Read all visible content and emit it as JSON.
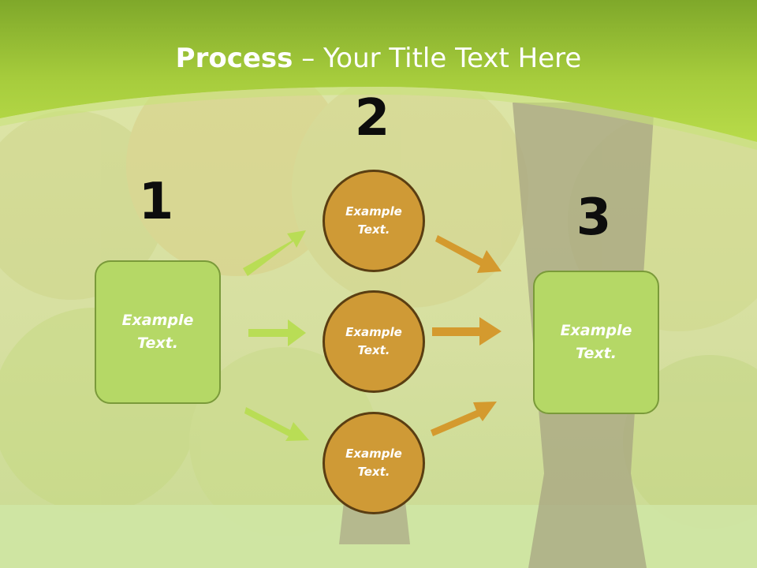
{
  "title": {
    "bold": "Process",
    "dash": " – ",
    "rest": "Your Title Text Here"
  },
  "numbers": {
    "left": "1",
    "middle": "2",
    "right": "3"
  },
  "nodes": {
    "left_box": "Example\nText.",
    "circle_top": "Example\nText.",
    "circle_middle": "Example\nText.",
    "circle_bottom": "Example\nText.",
    "right_box": "Example\nText."
  },
  "colors": {
    "green_band": "#a9cf3a",
    "box_fill": "#b5d866",
    "circle_fill": "#cf9a36",
    "green_arrow": "#b9dd55",
    "orange_arrow": "#d49a2e"
  }
}
